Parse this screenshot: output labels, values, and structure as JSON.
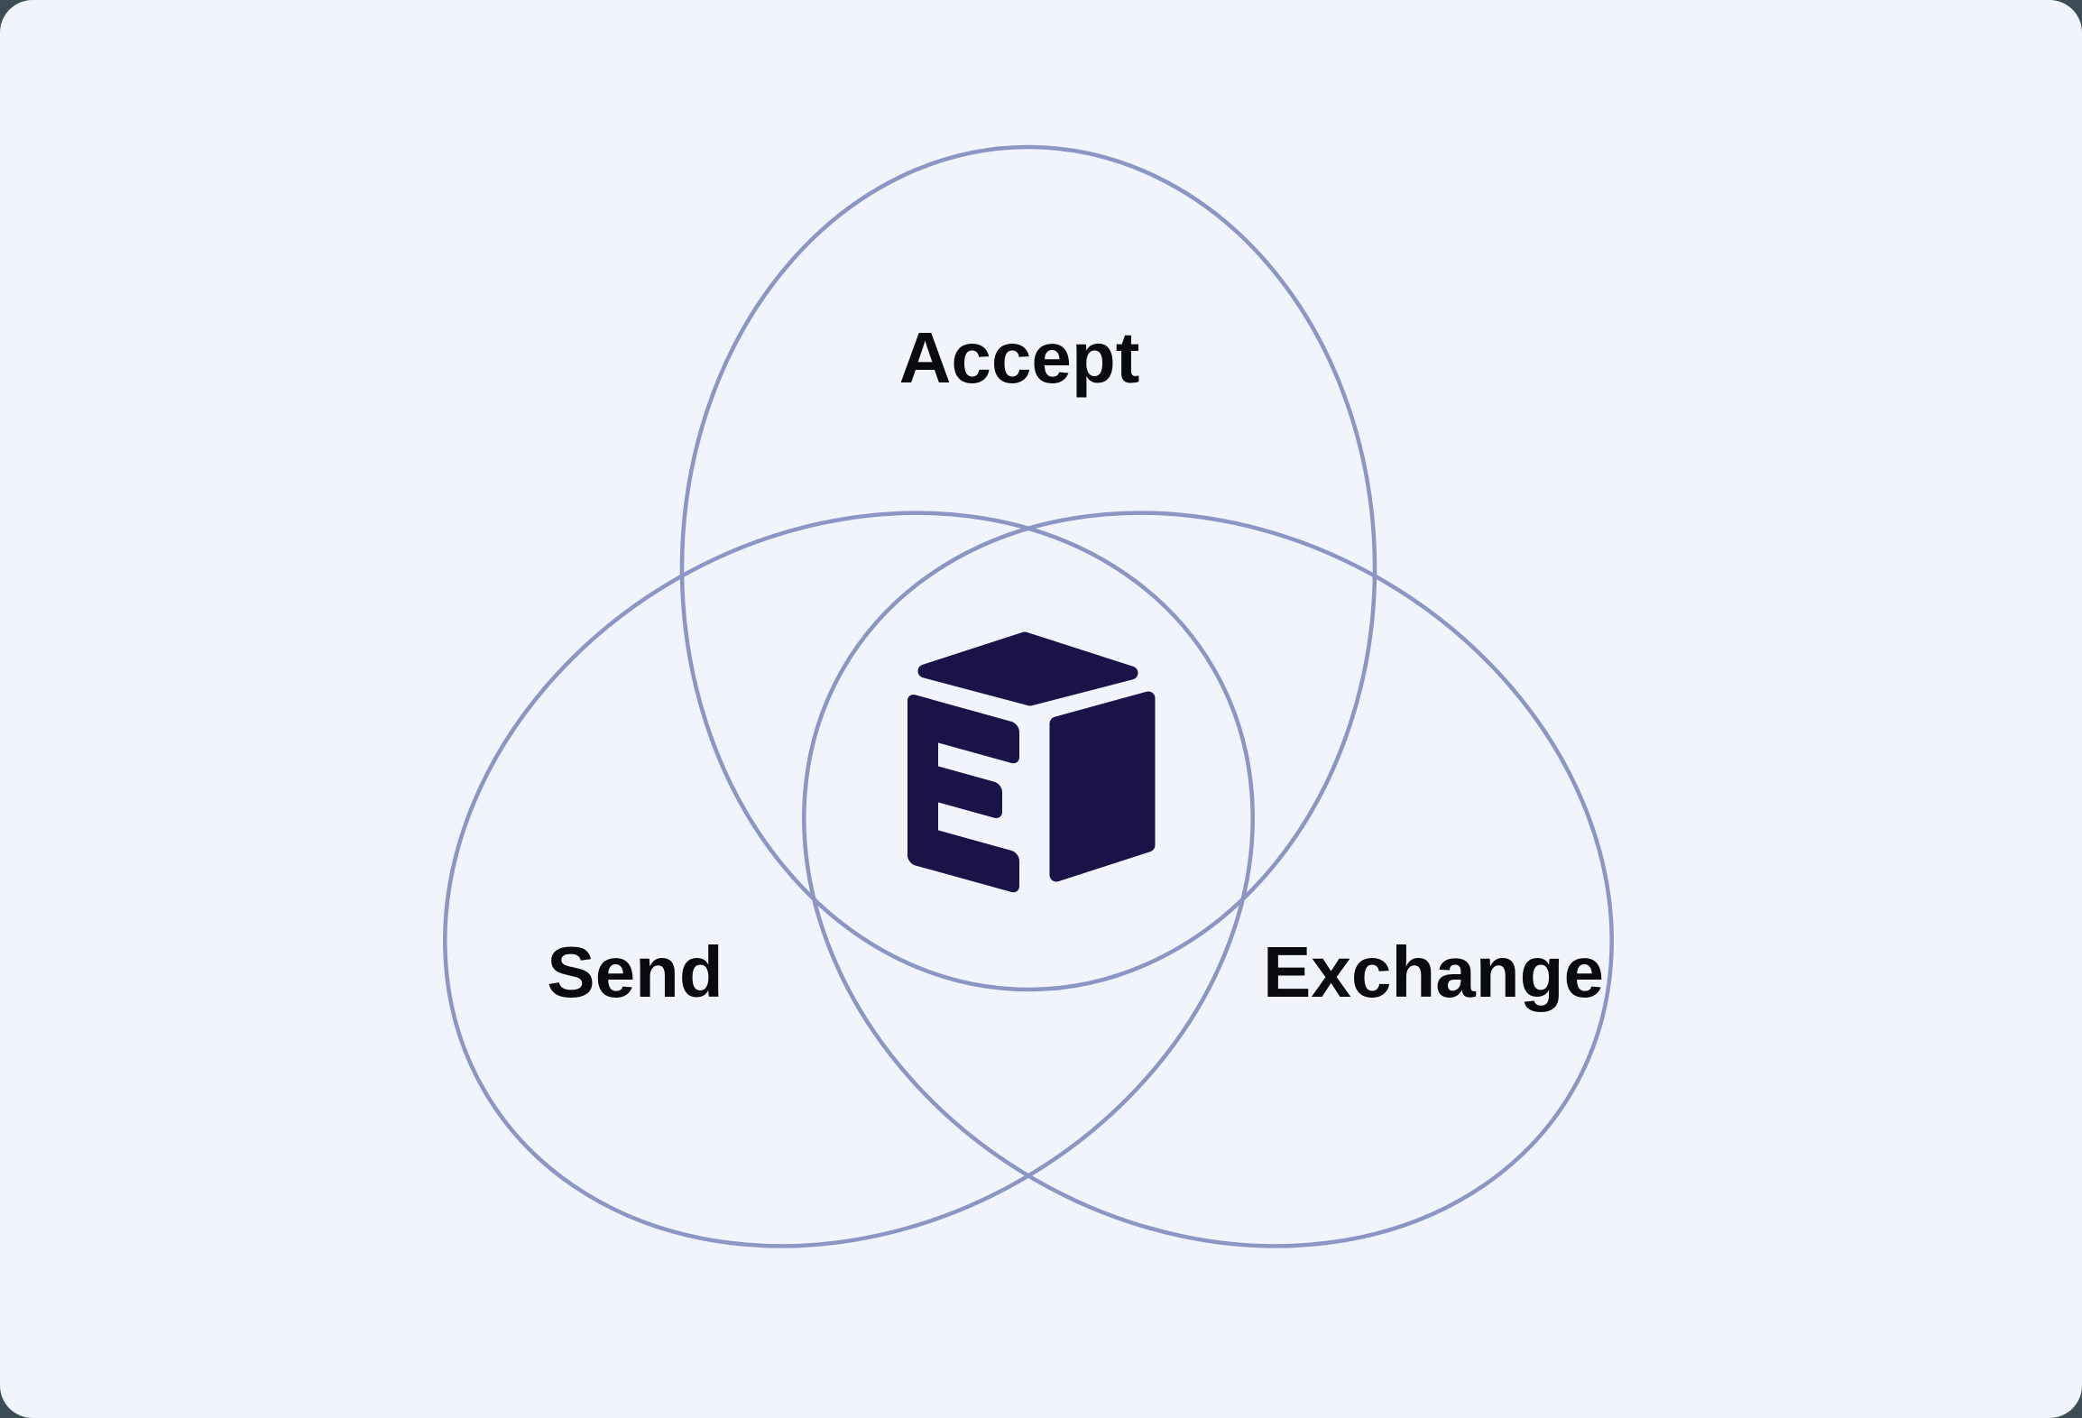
{
  "canvas": {
    "background_color": "#f1f4fb",
    "outside_corner_color": "#3c4c55"
  },
  "diagram": {
    "type": "venn-trefoil",
    "ring_stroke_color": "#8b96c4",
    "label_color": "#0a0a0f",
    "rings": [
      {
        "label": "Accept",
        "position": "top"
      },
      {
        "label": "Send",
        "position": "bottom-left"
      },
      {
        "label": "Exchange",
        "position": "bottom-right"
      }
    ],
    "center": {
      "icon": "e-cube-logo",
      "logo_color": "#1b1248"
    }
  }
}
